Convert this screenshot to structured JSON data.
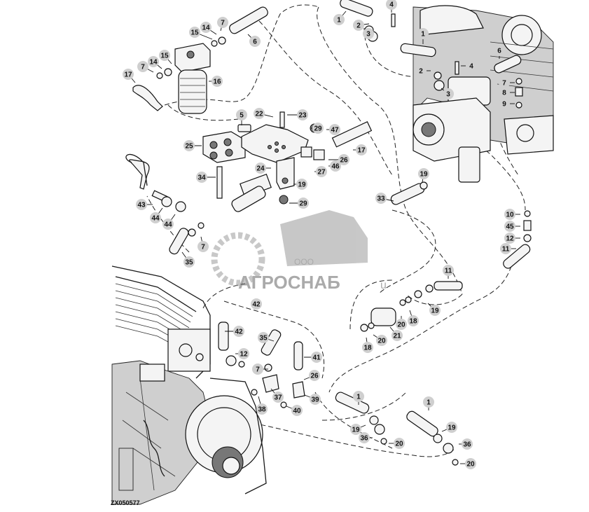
{
  "drawing_code": "ZX050577",
  "watermark": {
    "brand": "АГРОСНАБ",
    "prefix": "ООО",
    "suffix": "u"
  },
  "callouts": [
    {
      "label": "1"
    },
    {
      "label": "2"
    },
    {
      "label": "3"
    },
    {
      "label": "4"
    },
    {
      "label": "1"
    },
    {
      "label": "2"
    },
    {
      "label": "3"
    },
    {
      "label": "4"
    },
    {
      "label": "6"
    },
    {
      "label": "7"
    },
    {
      "label": "8"
    },
    {
      "label": "9"
    },
    {
      "label": "15"
    },
    {
      "label": "14"
    },
    {
      "label": "7"
    },
    {
      "label": "6"
    },
    {
      "label": "17"
    },
    {
      "label": "7"
    },
    {
      "label": "14"
    },
    {
      "label": "15"
    },
    {
      "label": "16"
    },
    {
      "label": "5"
    },
    {
      "label": "22"
    },
    {
      "label": "23"
    },
    {
      "label": "29"
    },
    {
      "label": "47"
    },
    {
      "label": "25"
    },
    {
      "label": "26"
    },
    {
      "label": "17"
    },
    {
      "label": "24"
    },
    {
      "label": "27"
    },
    {
      "label": "46"
    },
    {
      "label": "19"
    },
    {
      "label": "34"
    },
    {
      "label": "29"
    },
    {
      "label": "43"
    },
    {
      "label": "44"
    },
    {
      "label": "44"
    },
    {
      "label": "19"
    },
    {
      "label": "33"
    },
    {
      "label": "10"
    },
    {
      "label": "45"
    },
    {
      "label": "12"
    },
    {
      "label": "11"
    },
    {
      "label": "7"
    },
    {
      "label": "35"
    },
    {
      "label": "11"
    },
    {
      "label": "19"
    },
    {
      "label": "18"
    },
    {
      "label": "20"
    },
    {
      "label": "21"
    },
    {
      "label": "20"
    },
    {
      "label": "18"
    },
    {
      "label": "42"
    },
    {
      "label": "42"
    },
    {
      "label": "12"
    },
    {
      "label": "35"
    },
    {
      "label": "41"
    },
    {
      "label": "7"
    },
    {
      "label": "26"
    },
    {
      "label": "37"
    },
    {
      "label": "39"
    },
    {
      "label": "38"
    },
    {
      "label": "40"
    },
    {
      "label": "1"
    },
    {
      "label": "1"
    },
    {
      "label": "19"
    },
    {
      "label": "36"
    },
    {
      "label": "20"
    },
    {
      "label": "19"
    },
    {
      "label": "36"
    },
    {
      "label": "20"
    }
  ]
}
